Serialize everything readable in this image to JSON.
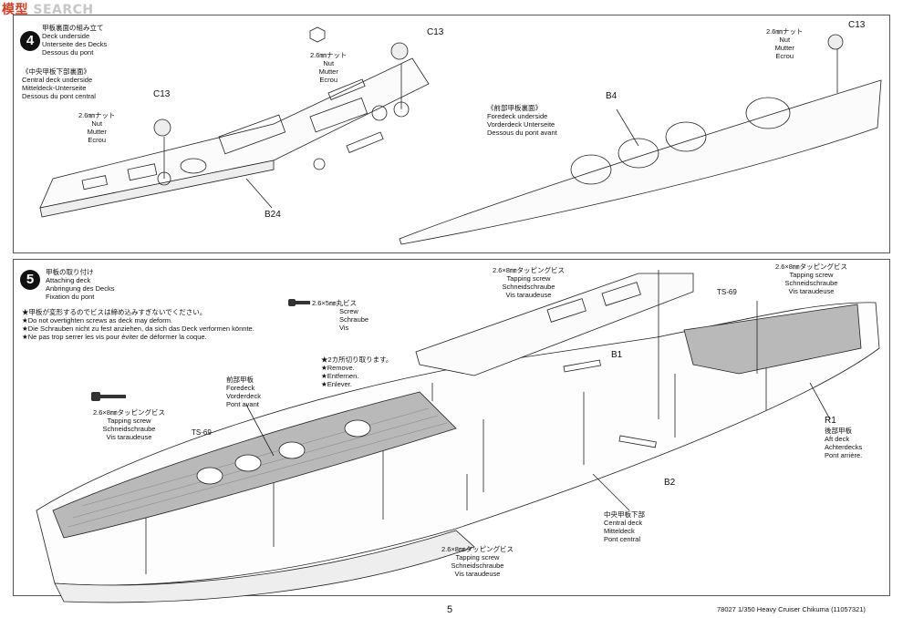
{
  "watermark": {
    "brand": "模型",
    "text": "SEARCH"
  },
  "step4": {
    "number": "4",
    "title": [
      "甲板裏面の組み立て",
      "Deck underside",
      "Unterseite des Decks",
      "Dessous du pont"
    ],
    "central": [
      "《中央甲板下部裏面》",
      "Central deck underside",
      "Mitteldeck-Unterseite",
      "Dessous du pont central"
    ],
    "foredeck": [
      "《前部甲板裏面》",
      "Foredeck underside",
      "Vorderdeck Unterseite",
      "Dessous du pont avant"
    ],
    "nut_left": [
      "2.6㎜ナット",
      "Nut",
      "Mutter",
      "Ecrou"
    ],
    "nut_mid": [
      "2.6㎜ナット",
      "Nut",
      "Mutter",
      "Ecrou"
    ],
    "nut_right": [
      "2.6㎜ナット",
      "Nut",
      "Mutter",
      "Ecrou"
    ],
    "parts": {
      "c13_left": "C13",
      "c13_mid": "C13",
      "c13_right": "C13",
      "b24": "B24",
      "b4": "B4"
    }
  },
  "step5": {
    "number": "5",
    "title": [
      "甲板の取り付け",
      "Attaching deck",
      "Anbringung des Decks",
      "Fixation du pont"
    ],
    "warning": [
      "★甲板が変形するのでビスは締め込みすぎないでください。",
      "★Do not overtighten screws as deck may deform.",
      "★Die Schrauben nicht zu fest anziehen, da sich das Deck verformen könnte.",
      "★Ne pas trop serrer les vis pour éviter de déformer la coque."
    ],
    "screw_mid": [
      "2.6×5㎜丸ビス",
      "Screw",
      "Schraube",
      "Vis"
    ],
    "remove": [
      "★2カ所切り取ります。",
      "★Remove.",
      "★Entfernen.",
      "★Enlever."
    ],
    "tap_left": [
      "2.6×8㎜タッピングビス",
      "Tapping screw",
      "Schneidschraube",
      "Vis taraudeuse"
    ],
    "tap_top": [
      "2.6×8㎜タッピングビス",
      "Tapping screw",
      "Schneidschraube",
      "Vis taraudeuse"
    ],
    "tap_right": [
      "2.6×8㎜タッピングビス",
      "Tapping screw",
      "Schneidschraube",
      "Vis taraudeuse"
    ],
    "tap_bottom": [
      "2.6×8㎜タッピングビス",
      "Tapping screw",
      "Schneidschraube",
      "Vis taraudeuse"
    ],
    "foredeck": [
      "前部甲板",
      "Foredeck",
      "Vorderdeck",
      "Pont avant"
    ],
    "central": [
      "中央甲板下部",
      "Central deck",
      "Mitteldeck",
      "Pont central"
    ],
    "aft": [
      "後部甲板",
      "Aft deck",
      "Achterdecks",
      "Pont arrière."
    ],
    "parts": {
      "ts69_left": "TS-69",
      "ts69_right": "TS-69",
      "b1": "B1",
      "b2": "B2",
      "r1": "R1"
    }
  },
  "footer": {
    "page": "5",
    "product": "78027 1/350 Heavy Cruiser Chikuma (11057321)"
  }
}
